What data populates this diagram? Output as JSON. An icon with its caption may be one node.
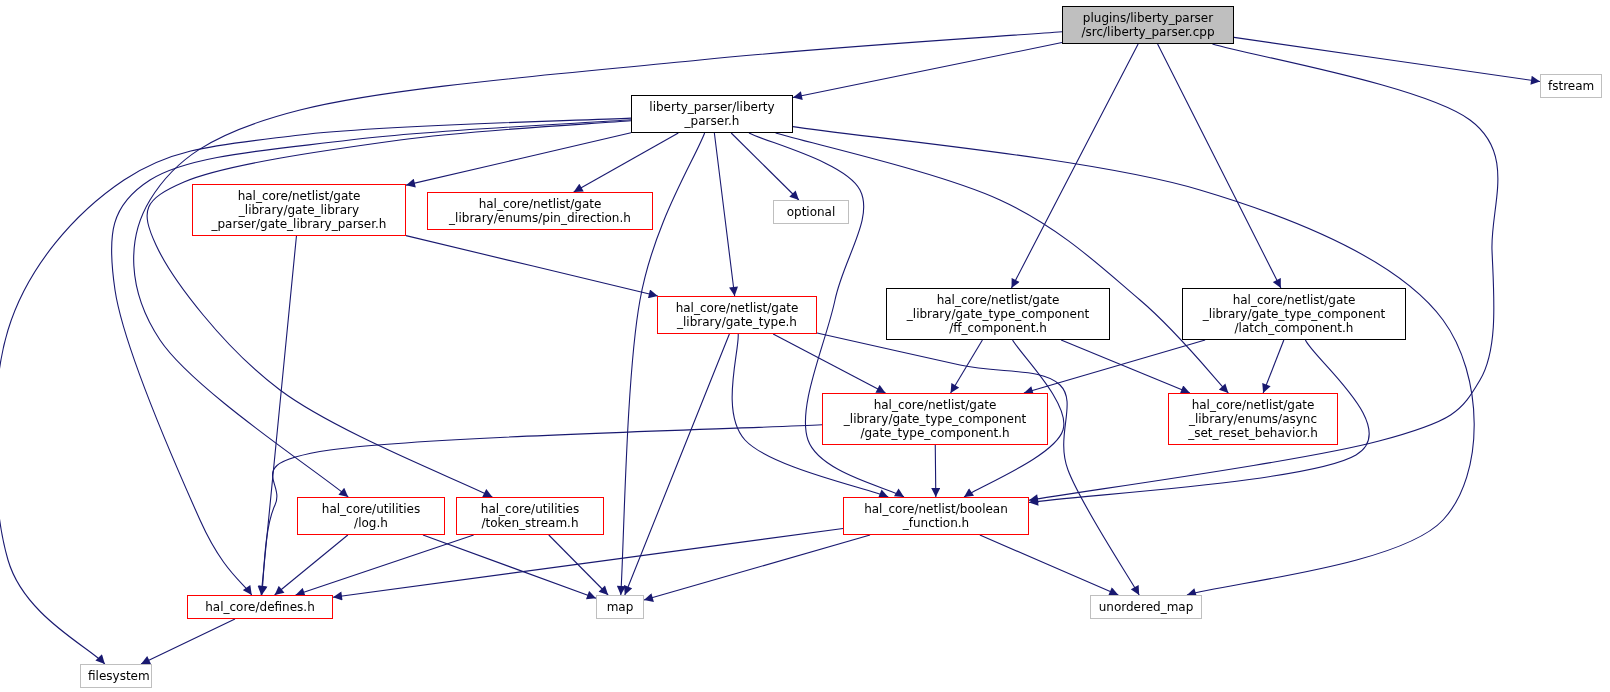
{
  "diagram": {
    "nodes": [
      {
        "text": [
          "plugins/liberty_parser /src/liberty_parser.cpp"
        ]
      },
      {
        "text": [
          "liberty_parser/liberty _parser.h"
        ]
      },
      {
        "text": [
          "fstream"
        ]
      },
      {
        "text": [
          "hal_core/netlist/gate _library/gate_type_component /ff_component.h"
        ]
      },
      {
        "text": [
          "hal_core/netlist/gate _library/gate_type_component /latch_component.h"
        ]
      },
      {
        "text": [
          "hal_core/netlist/boolean _function.h"
        ]
      },
      {
        "text": [
          "hal_core/netlist/gate _library/gate_library _parser/gate_library_parser.h"
        ]
      },
      {
        "text": [
          "hal_core/netlist/gate _library/enums/pin_direction.h"
        ]
      },
      {
        "text": [
          "optional"
        ]
      },
      {
        "text": [
          "hal_core/netlist/gate _library/gate_type.h"
        ]
      },
      {
        "text": [
          "hal_core/netlist/gate _library/enums/async _set_reset_behavior.h"
        ]
      },
      {
        "text": [
          "unordered_map"
        ]
      },
      {
        "text": [
          "filesystem"
        ]
      },
      {
        "text": [
          "hal_core/utilities /log.h"
        ]
      },
      {
        "text": [
          "hal_core/utilities /token_stream.h"
        ]
      },
      {
        "text": [
          "map"
        ]
      },
      {
        "text": [
          "hal_core/defines.h"
        ]
      },
      {
        "text": [
          "hal_core/netlist/gate _library/gate_type_component /gate_type_component.h"
        ]
      }
    ],
    "edges": [
      {
        "from": 0,
        "to": 1,
        "arrow": "to"
      },
      {
        "from": 0,
        "to": 13,
        "arrow": "to"
      },
      {
        "from": 0,
        "to": 2,
        "arrow": "to"
      },
      {
        "from": 0,
        "to": 3,
        "arrow": "to"
      },
      {
        "from": 0,
        "to": 4,
        "arrow": "to"
      },
      {
        "from": 0,
        "to": 5,
        "arrow": "to"
      },
      {
        "from": 1,
        "to": 12,
        "arrow": "to"
      },
      {
        "from": 1,
        "to": 16,
        "arrow": "to"
      },
      {
        "from": 1,
        "to": 14,
        "arrow": "to"
      },
      {
        "from": 1,
        "to": 6,
        "arrow": "to"
      },
      {
        "from": 1,
        "to": 7,
        "arrow": "to"
      },
      {
        "from": 1,
        "to": 15,
        "arrow": "to"
      },
      {
        "from": 1,
        "to": 8,
        "arrow": "to"
      },
      {
        "from": 1,
        "to": 9,
        "arrow": "to"
      },
      {
        "from": 1,
        "to": 5,
        "arrow": "to"
      },
      {
        "from": 1,
        "to": 10,
        "arrow": "to"
      },
      {
        "from": 1,
        "to": 11,
        "arrow": "to"
      },
      {
        "from": 6,
        "to": 9,
        "arrow": "to"
      },
      {
        "from": 6,
        "to": 16,
        "arrow": "to"
      },
      {
        "from": 9,
        "to": 17,
        "arrow": "to"
      },
      {
        "from": 9,
        "to": 15,
        "arrow": "to"
      },
      {
        "from": 9,
        "to": 5,
        "arrow": "to"
      },
      {
        "from": 9,
        "to": 11,
        "arrow": "to"
      },
      {
        "from": 3,
        "to": 17,
        "arrow": "to"
      },
      {
        "from": 3,
        "to": 5,
        "arrow": "to"
      },
      {
        "from": 3,
        "to": 10,
        "arrow": "to"
      },
      {
        "from": 4,
        "to": 17,
        "arrow": "to"
      },
      {
        "from": 4,
        "to": 10,
        "arrow": "to"
      },
      {
        "from": 4,
        "to": 5,
        "arrow": "to"
      },
      {
        "from": 17,
        "to": 16,
        "arrow": "to"
      },
      {
        "from": 17,
        "to": 5,
        "arrow": "to"
      },
      {
        "from": 13,
        "to": 16,
        "arrow": "to"
      },
      {
        "from": 13,
        "to": 15,
        "arrow": "to"
      },
      {
        "from": 14,
        "to": 16,
        "arrow": "to"
      },
      {
        "from": 14,
        "to": 15,
        "arrow": "to"
      },
      {
        "from": 5,
        "to": 16,
        "arrow": "to"
      },
      {
        "from": 5,
        "to": 15,
        "arrow": "to"
      },
      {
        "from": 5,
        "to": 11,
        "arrow": "to"
      },
      {
        "from": 16,
        "to": 12,
        "arrow": "to"
      }
    ]
  }
}
